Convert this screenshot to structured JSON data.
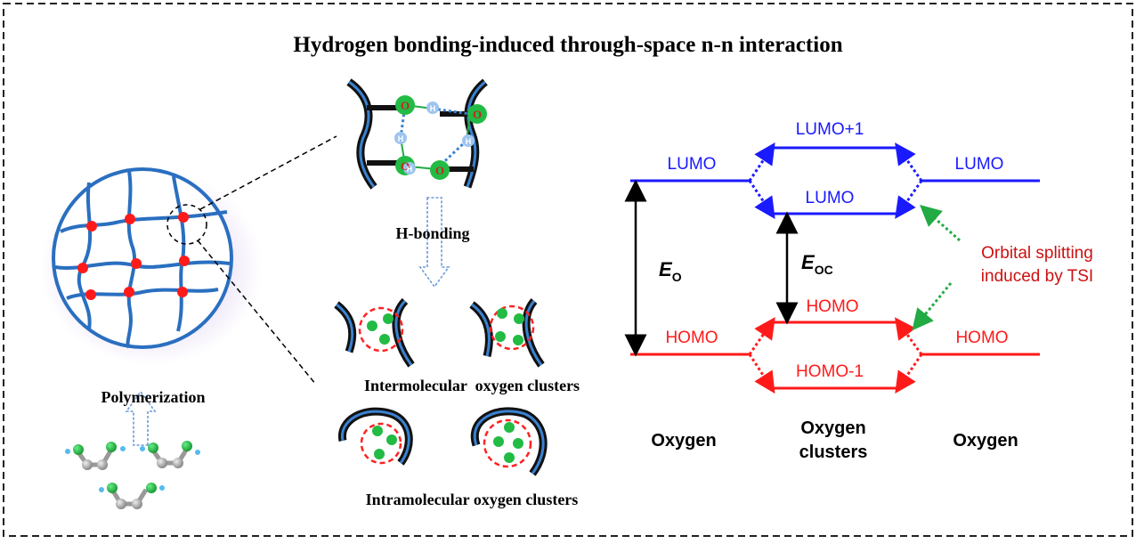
{
  "title": "Hydrogen bonding-induced through-space n-n interaction",
  "left_panel": {
    "polymerization_label": "Polymerization"
  },
  "middle_panel": {
    "h_bonding_label": "H-bonding",
    "atom_o": "O",
    "atom_h": "H",
    "intermolecular_label": "Intermolecular  oxygen clusters",
    "intramolecular_label": "Intramolecular oxygen clusters"
  },
  "energy_diagram": {
    "left_lumo": "LUMO",
    "left_homo": "HOMO",
    "center_lumo_plus1": "LUMO+1",
    "center_lumo": "LUMO",
    "center_homo": "HOMO",
    "center_homo_minus1": "HOMO-1",
    "right_lumo": "LUMO",
    "right_homo": "HOMO",
    "gap_o_symbol": "E",
    "gap_o_subscript": "O",
    "gap_oc_symbol": "E",
    "gap_oc_subscript": "OC",
    "annotation_line1": "Orbital splitting",
    "annotation_line2": "induced by TSI",
    "col_left_label": "Oxygen",
    "col_center_label_line1": "Oxygen",
    "col_center_label_line2": "clusters",
    "col_right_label": "Oxygen"
  },
  "colors": {
    "lumo_blue": "#1a1aff",
    "homo_red": "#ff1a1a",
    "annotation_red": "#cc1111",
    "green_arrow": "#22aa44",
    "network_blue": "#2a6fc0",
    "oxygen_green": "#22bb44",
    "crosslink_red": "#ff1a1a"
  }
}
